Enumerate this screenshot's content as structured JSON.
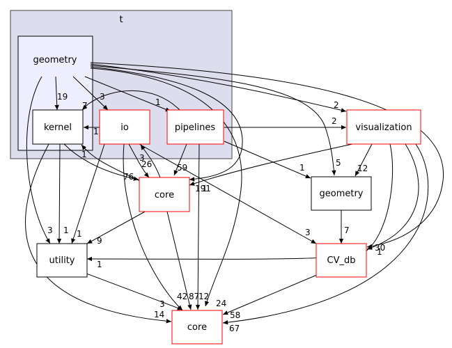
{
  "clusters": {
    "t": {
      "label": "t"
    },
    "geometry": {
      "label": "geometry"
    }
  },
  "nodes": {
    "kernel": "kernel",
    "io": "io",
    "pipelines": "pipelines",
    "visualization": "visualization",
    "core_inner": "core",
    "geometry_outer": "geometry",
    "utility": "utility",
    "cv_db": "CV_db",
    "core_outer": "core"
  },
  "edge_labels": {
    "geo_kernel": "19",
    "geo_io": "3",
    "geo_pipelines": "1",
    "geo_vis": "2",
    "geo_geometry": "5",
    "geo_utility": "3",
    "geo_core_inner": "191",
    "geo_core_outer": "24",
    "geo_cvdb": "30",
    "pip_kernel": "7",
    "io_kernel": "1",
    "pip_vis": "2",
    "kernel_core_inner": "76",
    "core_inner_kernel": "1",
    "io_core_inner": "3",
    "core_inner_io": "26",
    "pip_core_inner": "59",
    "vis_core_inner": "1",
    "pip_geometry": "1",
    "vis_geometry": "12",
    "kernel_utility": "1",
    "io_utility": "1",
    "core_inner_utility": "9",
    "vis_utility": "1",
    "vis_cvdb": "1",
    "io_cvdb": "3",
    "geometry_cvdb": "7",
    "kernel_core_outer": "14",
    "utility_core_outer": "3",
    "io_core_outer": "42",
    "core_inner_core_outer": "87",
    "pip_core_outer": "12",
    "cvdb_core_outer": "58",
    "vis_core_outer": "67"
  }
}
